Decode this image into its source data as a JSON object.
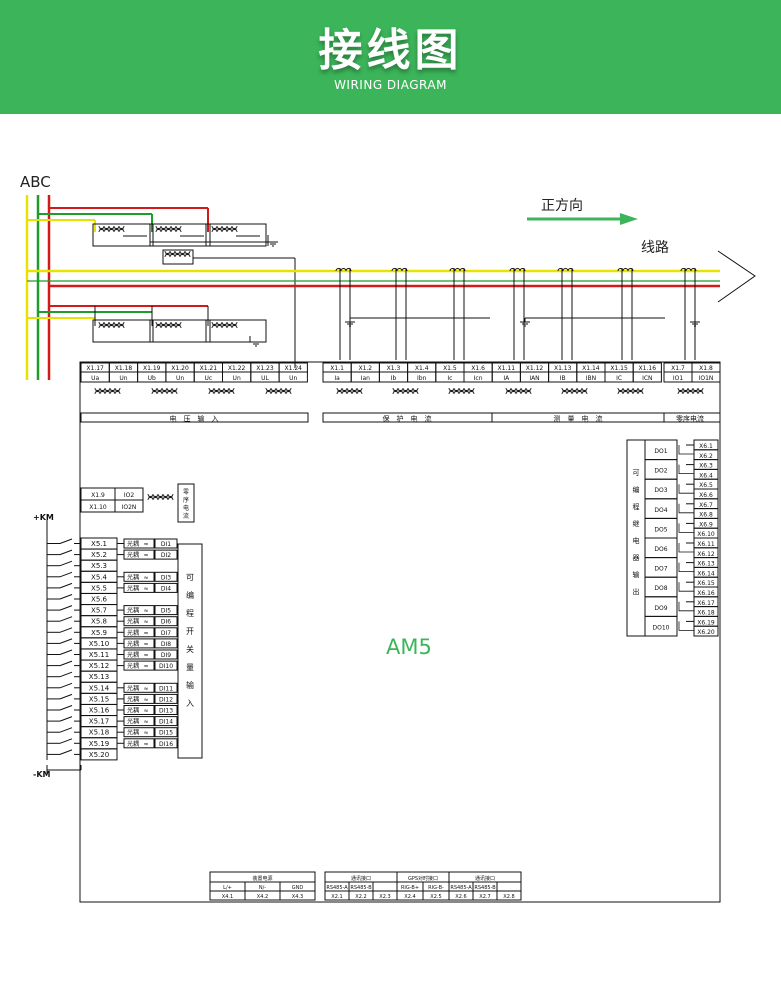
{
  "header": {
    "title": "接线图",
    "subtitle": "WIRING DIAGRAM",
    "bg_color": "#3cb55a"
  },
  "diagram": {
    "phase_label": "ABC",
    "direction_label": "正方向",
    "line_label": "线路",
    "device_label": "AM5",
    "device_label_color": "#3cb55a",
    "arrow_color": "#3cb55a",
    "bus_colors": {
      "a": "#e8e200",
      "b": "#1f9c2c",
      "c": "#d21a1a"
    },
    "top_terminals": [
      {
        "id": "X1.17",
        "sig": "Ua"
      },
      {
        "id": "X1.18",
        "sig": "Un"
      },
      {
        "id": "X1.19",
        "sig": "Ub"
      },
      {
        "id": "X1.20",
        "sig": "Un"
      },
      {
        "id": "X1.21",
        "sig": "Uc"
      },
      {
        "id": "X1.22",
        "sig": "Un"
      },
      {
        "id": "X1.23",
        "sig": "UL"
      },
      {
        "id": "X1.24",
        "sig": "Un"
      },
      {
        "id": "X1.1",
        "sig": "Ia"
      },
      {
        "id": "X1.2",
        "sig": "Ian"
      },
      {
        "id": "X1.3",
        "sig": "Ib"
      },
      {
        "id": "X1.4",
        "sig": "Ibn"
      },
      {
        "id": "X1.5",
        "sig": "Ic"
      },
      {
        "id": "X1.6",
        "sig": "Icn"
      },
      {
        "id": "X1.11",
        "sig": "IA"
      },
      {
        "id": "X1.12",
        "sig": "IAN"
      },
      {
        "id": "X1.13",
        "sig": "IB"
      },
      {
        "id": "X1.14",
        "sig": "IBN"
      },
      {
        "id": "X1.15",
        "sig": "IC"
      },
      {
        "id": "X1.16",
        "sig": "ICN"
      },
      {
        "id": "X1.7",
        "sig": "IO1"
      },
      {
        "id": "X1.8",
        "sig": "IO1N"
      }
    ],
    "group_labels": {
      "voltage": "电　压　输　入",
      "protect": "保　护　电　流",
      "measure": "测　量　电　流",
      "zero": "零序电流"
    },
    "zero_seq": {
      "rows": [
        {
          "id": "X1.9",
          "sig": "IO2"
        },
        {
          "id": "X1.10",
          "sig": "IO2N"
        }
      ],
      "label": [
        "零",
        "序",
        "电",
        "流"
      ]
    },
    "kn_plus": "+KM",
    "kn_minus": "-KM",
    "di_terminals": [
      "X5.1",
      "X5.2",
      "X5.3",
      "X5.4",
      "X5.5",
      "X5.6",
      "X5.7",
      "X5.8",
      "X5.9",
      "X5.10",
      "X5.11",
      "X5.12",
      "X5.13",
      "X5.14",
      "X5.15",
      "X5.16",
      "X5.17",
      "X5.18",
      "X5.19",
      "X5.20"
    ],
    "di_inputs": [
      {
        "row": 1,
        "name": "DI1"
      },
      {
        "row": 2,
        "name": "DI2"
      },
      {
        "row": 4,
        "name": "DI3"
      },
      {
        "row": 5,
        "name": "DI4"
      },
      {
        "row": 7,
        "name": "DI5"
      },
      {
        "row": 8,
        "name": "DI6"
      },
      {
        "row": 9,
        "name": "DI7"
      },
      {
        "row": 10,
        "name": "DI8"
      },
      {
        "row": 11,
        "name": "DI9"
      },
      {
        "row": 12,
        "name": "DI10"
      },
      {
        "row": 14,
        "name": "DI11"
      },
      {
        "row": 15,
        "name": "DI12"
      },
      {
        "row": 16,
        "name": "DI13"
      },
      {
        "row": 17,
        "name": "DI14"
      },
      {
        "row": 18,
        "name": "DI15"
      },
      {
        "row": 19,
        "name": "DI16"
      }
    ],
    "opto_label": "光耦",
    "di_group_label": [
      "可",
      "编",
      "程",
      "开",
      "关",
      "量",
      "输",
      "入"
    ],
    "do_outputs": [
      {
        "name": "DO1",
        "a": "X6.1",
        "b": "X6.2"
      },
      {
        "name": "DO2",
        "a": "X6.3",
        "b": "X6.4"
      },
      {
        "name": "DO3",
        "a": "X6.5",
        "b": "X6.6"
      },
      {
        "name": "DO4",
        "a": "X6.7",
        "b": "X6.8"
      },
      {
        "name": "DO5",
        "a": "X6.9",
        "b": "X6.10"
      },
      {
        "name": "DO6",
        "a": "X6.11",
        "b": "X6.12"
      },
      {
        "name": "DO7",
        "a": "X6.13",
        "b": "X6.14"
      },
      {
        "name": "DO8",
        "a": "X6.15",
        "b": "X6.16"
      },
      {
        "name": "DO9",
        "a": "X6.17",
        "b": "X6.18"
      },
      {
        "name": "DO10",
        "a": "X6.19",
        "b": "X6.20"
      }
    ],
    "do_group_label": [
      "可",
      "编",
      "程",
      "继",
      "电",
      "器",
      "输",
      "出"
    ],
    "bottom_boxes": [
      {
        "title": "装置电源",
        "cells": [
          [
            "L/+",
            "X4.1"
          ],
          [
            "N/-",
            "X4.2"
          ],
          [
            "GND",
            "X4.3"
          ]
        ]
      },
      {
        "title": "通讯接口",
        "cells": [
          [
            "RS485-A",
            "X2.1"
          ],
          [
            "RS485-B",
            "X2.2"
          ],
          [
            "",
            "X2.3"
          ]
        ]
      },
      {
        "title": "GPS对时接口",
        "cells": [
          [
            "RIG-B+",
            "X2.4"
          ],
          [
            "RIG-B-",
            "X2.5"
          ]
        ]
      },
      {
        "title": "通讯接口",
        "cells": [
          [
            "RS485-A",
            "X2.6"
          ],
          [
            "RS485-B",
            "X2.7"
          ],
          [
            "",
            "X2.8"
          ]
        ]
      }
    ]
  }
}
